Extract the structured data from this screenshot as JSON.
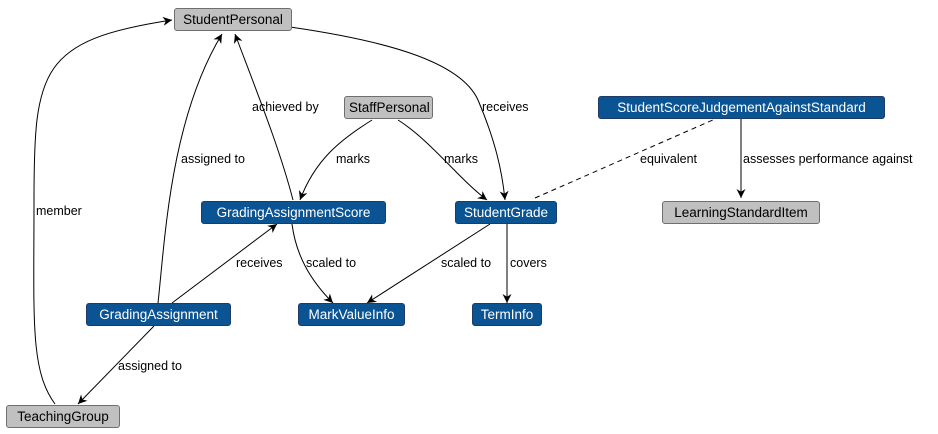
{
  "nodes": {
    "student_personal": "StudentPersonal",
    "staff_personal": "StaffPersonal",
    "student_score_judgement": "StudentScoreJudgementAgainstStandard",
    "grading_assignment_score": "GradingAssignmentScore",
    "student_grade": "StudentGrade",
    "learning_standard_item": "LearningStandardItem",
    "grading_assignment": "GradingAssignment",
    "mark_value_info": "MarkValueInfo",
    "term_info": "TermInfo",
    "teaching_group": "TeachingGroup"
  },
  "edges": {
    "member": "member",
    "assigned_to_student": "assigned to",
    "achieved_by": "achieved by",
    "marks_score": "marks",
    "marks_grade": "marks",
    "receives_grade": "receives",
    "equivalent": "equivalent",
    "assesses": "assesses performance against",
    "receives_score": "receives",
    "scaled_to_score": "scaled to",
    "scaled_to_grade": "scaled to",
    "covers": "covers",
    "assigned_to_group": "assigned to"
  }
}
